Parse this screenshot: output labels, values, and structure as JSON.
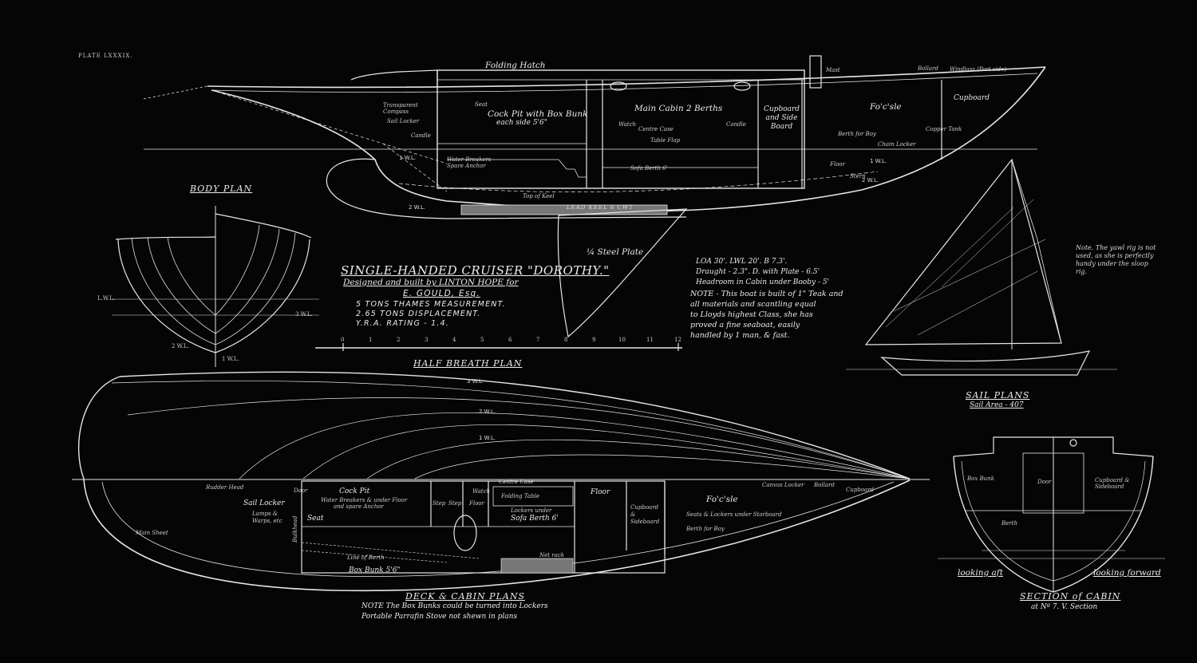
{
  "plate_label": "PLATE LXXXIX.",
  "title_block": {
    "title": "SINGLE-HANDED CRUISER \"DOROTHY.\"",
    "designer_line": "Designed and built by LINTON HOPE for",
    "owner": "E. GOULD, Esq.",
    "measurement": "5 TONS THAMES MEASUREMENT.",
    "displacement": "2.65 TONS DISPLACEMENT.",
    "rating": "Y.R.A. RATING - 1.4."
  },
  "scale_ticks": [
    "0",
    "1",
    "2",
    "3",
    "4",
    "5",
    "6",
    "7",
    "8",
    "9",
    "10",
    "11",
    "12"
  ],
  "specs": {
    "line1": "LOA 30'. LWL 20'. B 7.3'.",
    "line2": "Draught - 2.3\". D. with Plate - 6.5'",
    "line3": "Headroom in Cabin under Booby - 5'",
    "note": "NOTE - This boat is built of 1\" Teak and\nall materials and scantling equal\nto Lloyds highest Class, she has\nproved a fine seaboat, easily\nhandled by 1 man, & fast."
  },
  "sail_note": "Note. The yawl rig is not\nused, as she is perfectly\nhandy under the sloop\nrig.",
  "headings": {
    "body_plan": "BODY PLAN",
    "half_breath_plan": "HALF BREATH PLAN",
    "sail_plans": "SAIL PLANS",
    "sail_area": "Sail Area - 407",
    "deck_cabin_plans": "DECK & CABIN PLANS",
    "section_of_cabin": "SECTION of CABIN",
    "section_sub": "at Nº 7. V. Section"
  },
  "deck_notes": {
    "line1": "NOTE The Box Bunks could be turned into Lockers",
    "line2": "Portable Parrafin Stove not shewn in plans"
  },
  "section_captions": {
    "left": "looking aft",
    "right": "looking forward"
  },
  "profile_labels": {
    "folding_hatch": "Folding Hatch",
    "main_cabin": "Main Cabin  2 Berths",
    "cockpit": "Cock Pit with Box Bunk",
    "cockpit_sub": "each side 5'6\"",
    "cupboard_sideboard": "Cupboard and Side Board",
    "focsle": "Fo'c'sle",
    "cupboard": "Cupboard",
    "windlass": "Windlass (Port side)",
    "bollard": "Bollard",
    "mast": "Mast",
    "sail_locker": "Sail Locker",
    "compass": "Transparent Compass",
    "candle": "Candle",
    "centre_case": "Centre Case",
    "table_flap": "Table Flap",
    "sofa_berth": "Sofa Berth 6'",
    "berth_for_boy": "Berth for Boy",
    "chain_locker": "Chain Locker",
    "cooper_tank": "Copper Tank",
    "seat": "Seat",
    "water_breakers": "Water Breakers Spare Anchor",
    "top_of_keel": "Top of Keel",
    "steel_plate": "¼ Steel Plate",
    "lead_keel": "LEAD KEEL 6 CWT",
    "floor": "Floor",
    "stern": "Stern",
    "watch": "Watch"
  },
  "deck_labels": {
    "door": "Door",
    "cockpit": "Cock Pit",
    "water_breakers": "Water Breakers & under Floor",
    "spare_anchor": "and spare Anchor",
    "step1": "Step",
    "step2": "Step",
    "floor": "Floor",
    "folding_table": "Folding Table",
    "floor2": "Floor",
    "centre_case": "Centre Case",
    "watch": "Watch",
    "sail_locker": "Sail Locker",
    "lamps_warps": "Lamps & Warps, etc",
    "seat": "Seat",
    "lockers_under": "Lockers under",
    "sofa_berth": "Sofa Berth 6'",
    "cupboard_sideboard": "Cupboard & Sideboard",
    "focsle": "Fo'c'sle",
    "seats_lockers": "Seats & Lockers under Starboard",
    "berth_for_boy": "Berth for Boy",
    "box_bunk": "Box Bunk 5'6\"",
    "line_of_berth": "Line of Berth",
    "net_rack": "Net rack",
    "bulkhead": "Bulkhead",
    "canvas_locker": "Canvas Locker",
    "bollard": "Bollard",
    "cupboard": "Cupboard",
    "main_sheet": "Main Sheet",
    "rudder_head": "Rudder Head"
  },
  "section_labels": {
    "box_bunk": "Box Bunk",
    "cupboard": "Cupboard & Sideboard",
    "door": "Door",
    "berth": "Berth"
  },
  "waterline_labels": [
    "3 W.L.",
    "2 W.L.",
    "1 W.L.",
    "L.W.L."
  ]
}
